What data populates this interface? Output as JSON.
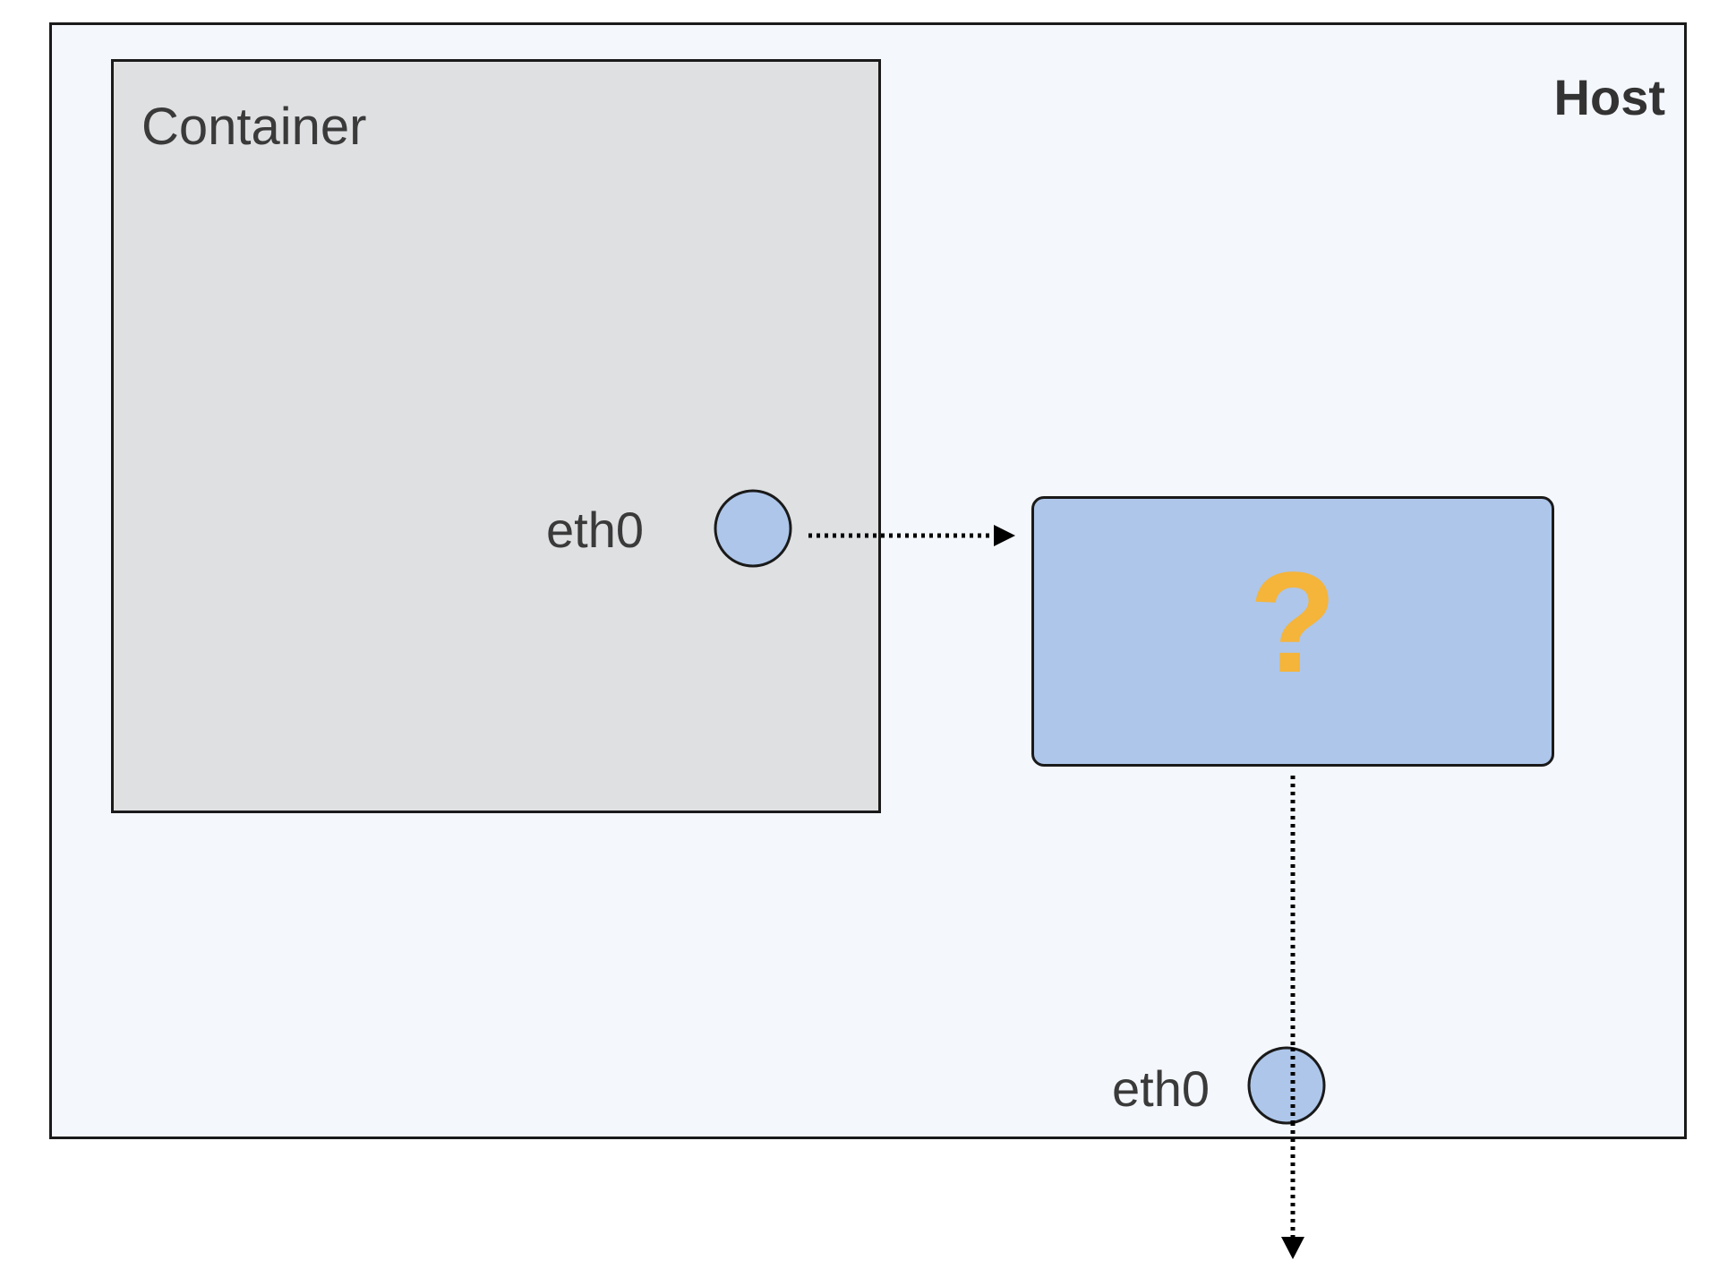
{
  "host": {
    "label": "Host"
  },
  "container": {
    "label": "Container",
    "interface": {
      "label": "eth0",
      "icon": "interface-circle",
      "color": "#adc6ea"
    }
  },
  "unknown_component": {
    "symbol": "?",
    "color": "#adc6ea",
    "symbol_color": "#f5b43a"
  },
  "host_interface": {
    "label": "eth0",
    "icon": "interface-circle",
    "color": "#adc6ea"
  },
  "colors": {
    "host_background": "#f4f7fc",
    "container_background": "#dfe0e2",
    "stroke": "#1a1a1a",
    "text": "#3a3a3a"
  }
}
